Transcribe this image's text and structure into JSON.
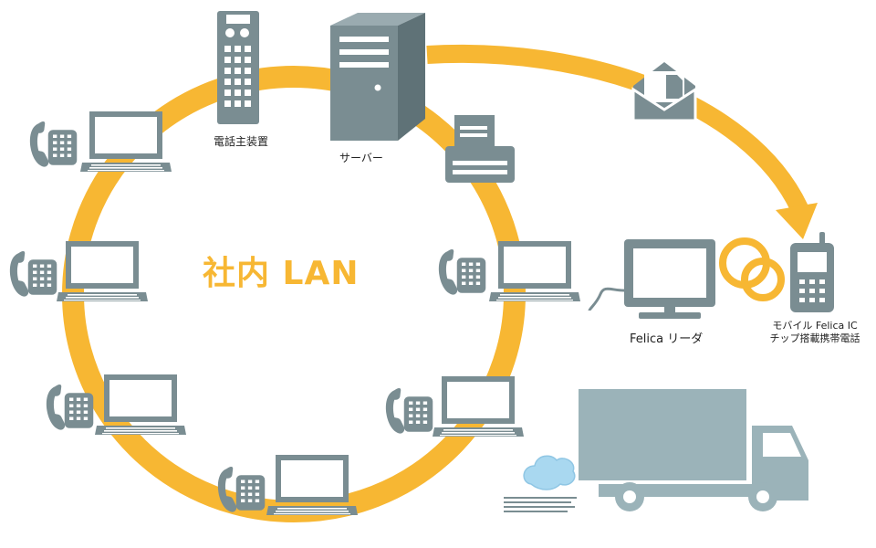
{
  "labels": {
    "lan": "社内 LAN",
    "pbx": "電話主装置",
    "server": "サーバー",
    "felica_reader": "Felica リーダ",
    "mobile_line1": "モバイル Felica IC",
    "mobile_line2": "チップ搭載携帯電話"
  },
  "colors": {
    "ring": "#f7b733",
    "device": "#7a8d92",
    "truck": "#9bb3b9",
    "cloud": "#a9d8f0",
    "background": "#ffffff"
  },
  "icons": [
    "laptop-icon",
    "desk-phone-icon",
    "pbx-icon",
    "server-icon",
    "printer-icon",
    "mail-icon",
    "monitor-icon",
    "rings-icon",
    "mobile-phone-icon",
    "truck-icon",
    "cloud-icon"
  ]
}
